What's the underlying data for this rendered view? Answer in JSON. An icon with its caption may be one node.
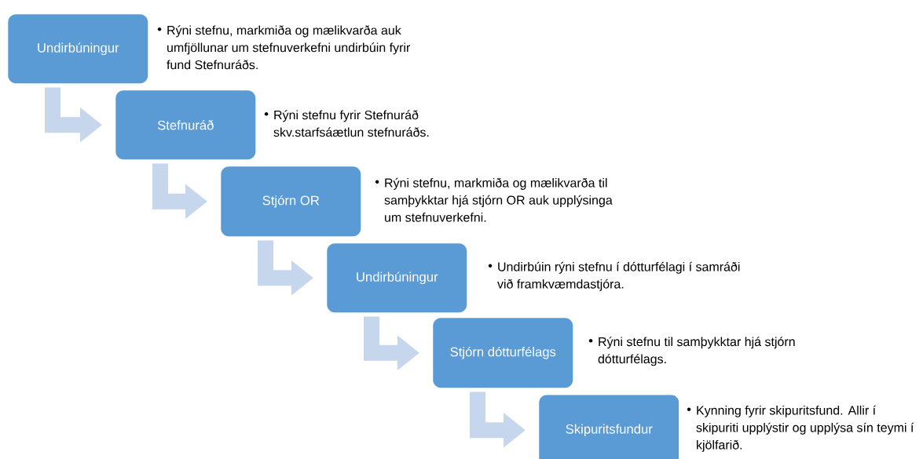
{
  "diagram": {
    "nodes": [
      {
        "text": [
          "Undirbúningur"
        ],
        "beside": [
          "Rýni stefnu, markmiða og mælikvarða auk umfjöllunar um stefnuverkefni undirbúin fyrir fund Stefnuráðs."
        ]
      },
      {
        "text": [
          "Stefnuráð"
        ],
        "beside": [
          "Rýni stefnu fyrir Stefnuráð skv.starfsáætlun stefnuráðs."
        ]
      },
      {
        "text": [
          "Stjórn OR"
        ],
        "beside": [
          "Rýni stefnu, markmiða og mælikvarða til samþykktar hjá stjórn OR auk upplýsinga um stefnuverkefni."
        ]
      },
      {
        "text": [
          "Undirbúningur"
        ],
        "beside": [
          "Undirbúin rýni stefnu í dótturfélagi í samráði við framkvæmdastjóra."
        ]
      },
      {
        "text": [
          "Stjórn dótturfélags"
        ],
        "beside": [
          "Rýni stefnu til samþykktar hjá stjórn dótturfélags."
        ]
      },
      {
        "text": [
          "Skipuritsfundur"
        ],
        "beside": [
          "Kynning fyrir skipuritsfund. Allir í skipuriti upplýstir og upplýsa sín teymi í kjölfarið."
        ]
      }
    ],
    "edges": [
      {
        "from": 0,
        "to": 1,
        "arrow": "to"
      },
      {
        "from": 1,
        "to": 2,
        "arrow": "to"
      },
      {
        "from": 2,
        "to": 3,
        "arrow": "to"
      },
      {
        "from": 3,
        "to": 4,
        "arrow": "to"
      },
      {
        "from": 4,
        "to": 5,
        "arrow": "to"
      }
    ]
  }
}
